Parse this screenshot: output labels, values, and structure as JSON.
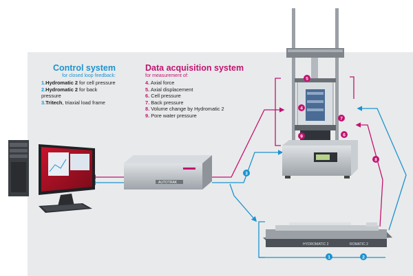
{
  "control_system": {
    "title": "Control system",
    "subtitle": "for closed loop feedback:",
    "items": [
      {
        "num": "1.",
        "name": "Hydromatic 2",
        "rest": " for cell pressure"
      },
      {
        "num": "2.",
        "name": "Hydromatic 2",
        "rest": " for back pressure"
      },
      {
        "num": "3.",
        "name": "Tritech",
        "rest": ", triaxial load frame"
      }
    ]
  },
  "data_acquisition": {
    "title": "Data acquisition system",
    "subtitle": "for measurement of:",
    "items": [
      {
        "num": "4.",
        "text": "Axial force"
      },
      {
        "num": "5.",
        "text": "Axial displacement"
      },
      {
        "num": "6.",
        "text": "Cell pressure"
      },
      {
        "num": "7.",
        "text": "Back pressure"
      },
      {
        "num": "8.",
        "text": "Volume change by Hydromatic 2"
      },
      {
        "num": "9.",
        "text": "Pore water pressure"
      }
    ]
  },
  "equipment": {
    "autotrak_label": "AUTOTRAK",
    "hydromatic_label_a": "HYDROMATIC 2",
    "hydromatic_label_b": "ROMATIC 2"
  },
  "badges": {
    "b1": "1",
    "b2": "2",
    "b3": "3",
    "b4": "4",
    "b5": "5",
    "b6": "6",
    "b7": "7",
    "b8": "8",
    "b9": "9"
  },
  "colors": {
    "control": "#1a93d0",
    "acquisition": "#c0136f",
    "panel": "#e9eaeb"
  }
}
